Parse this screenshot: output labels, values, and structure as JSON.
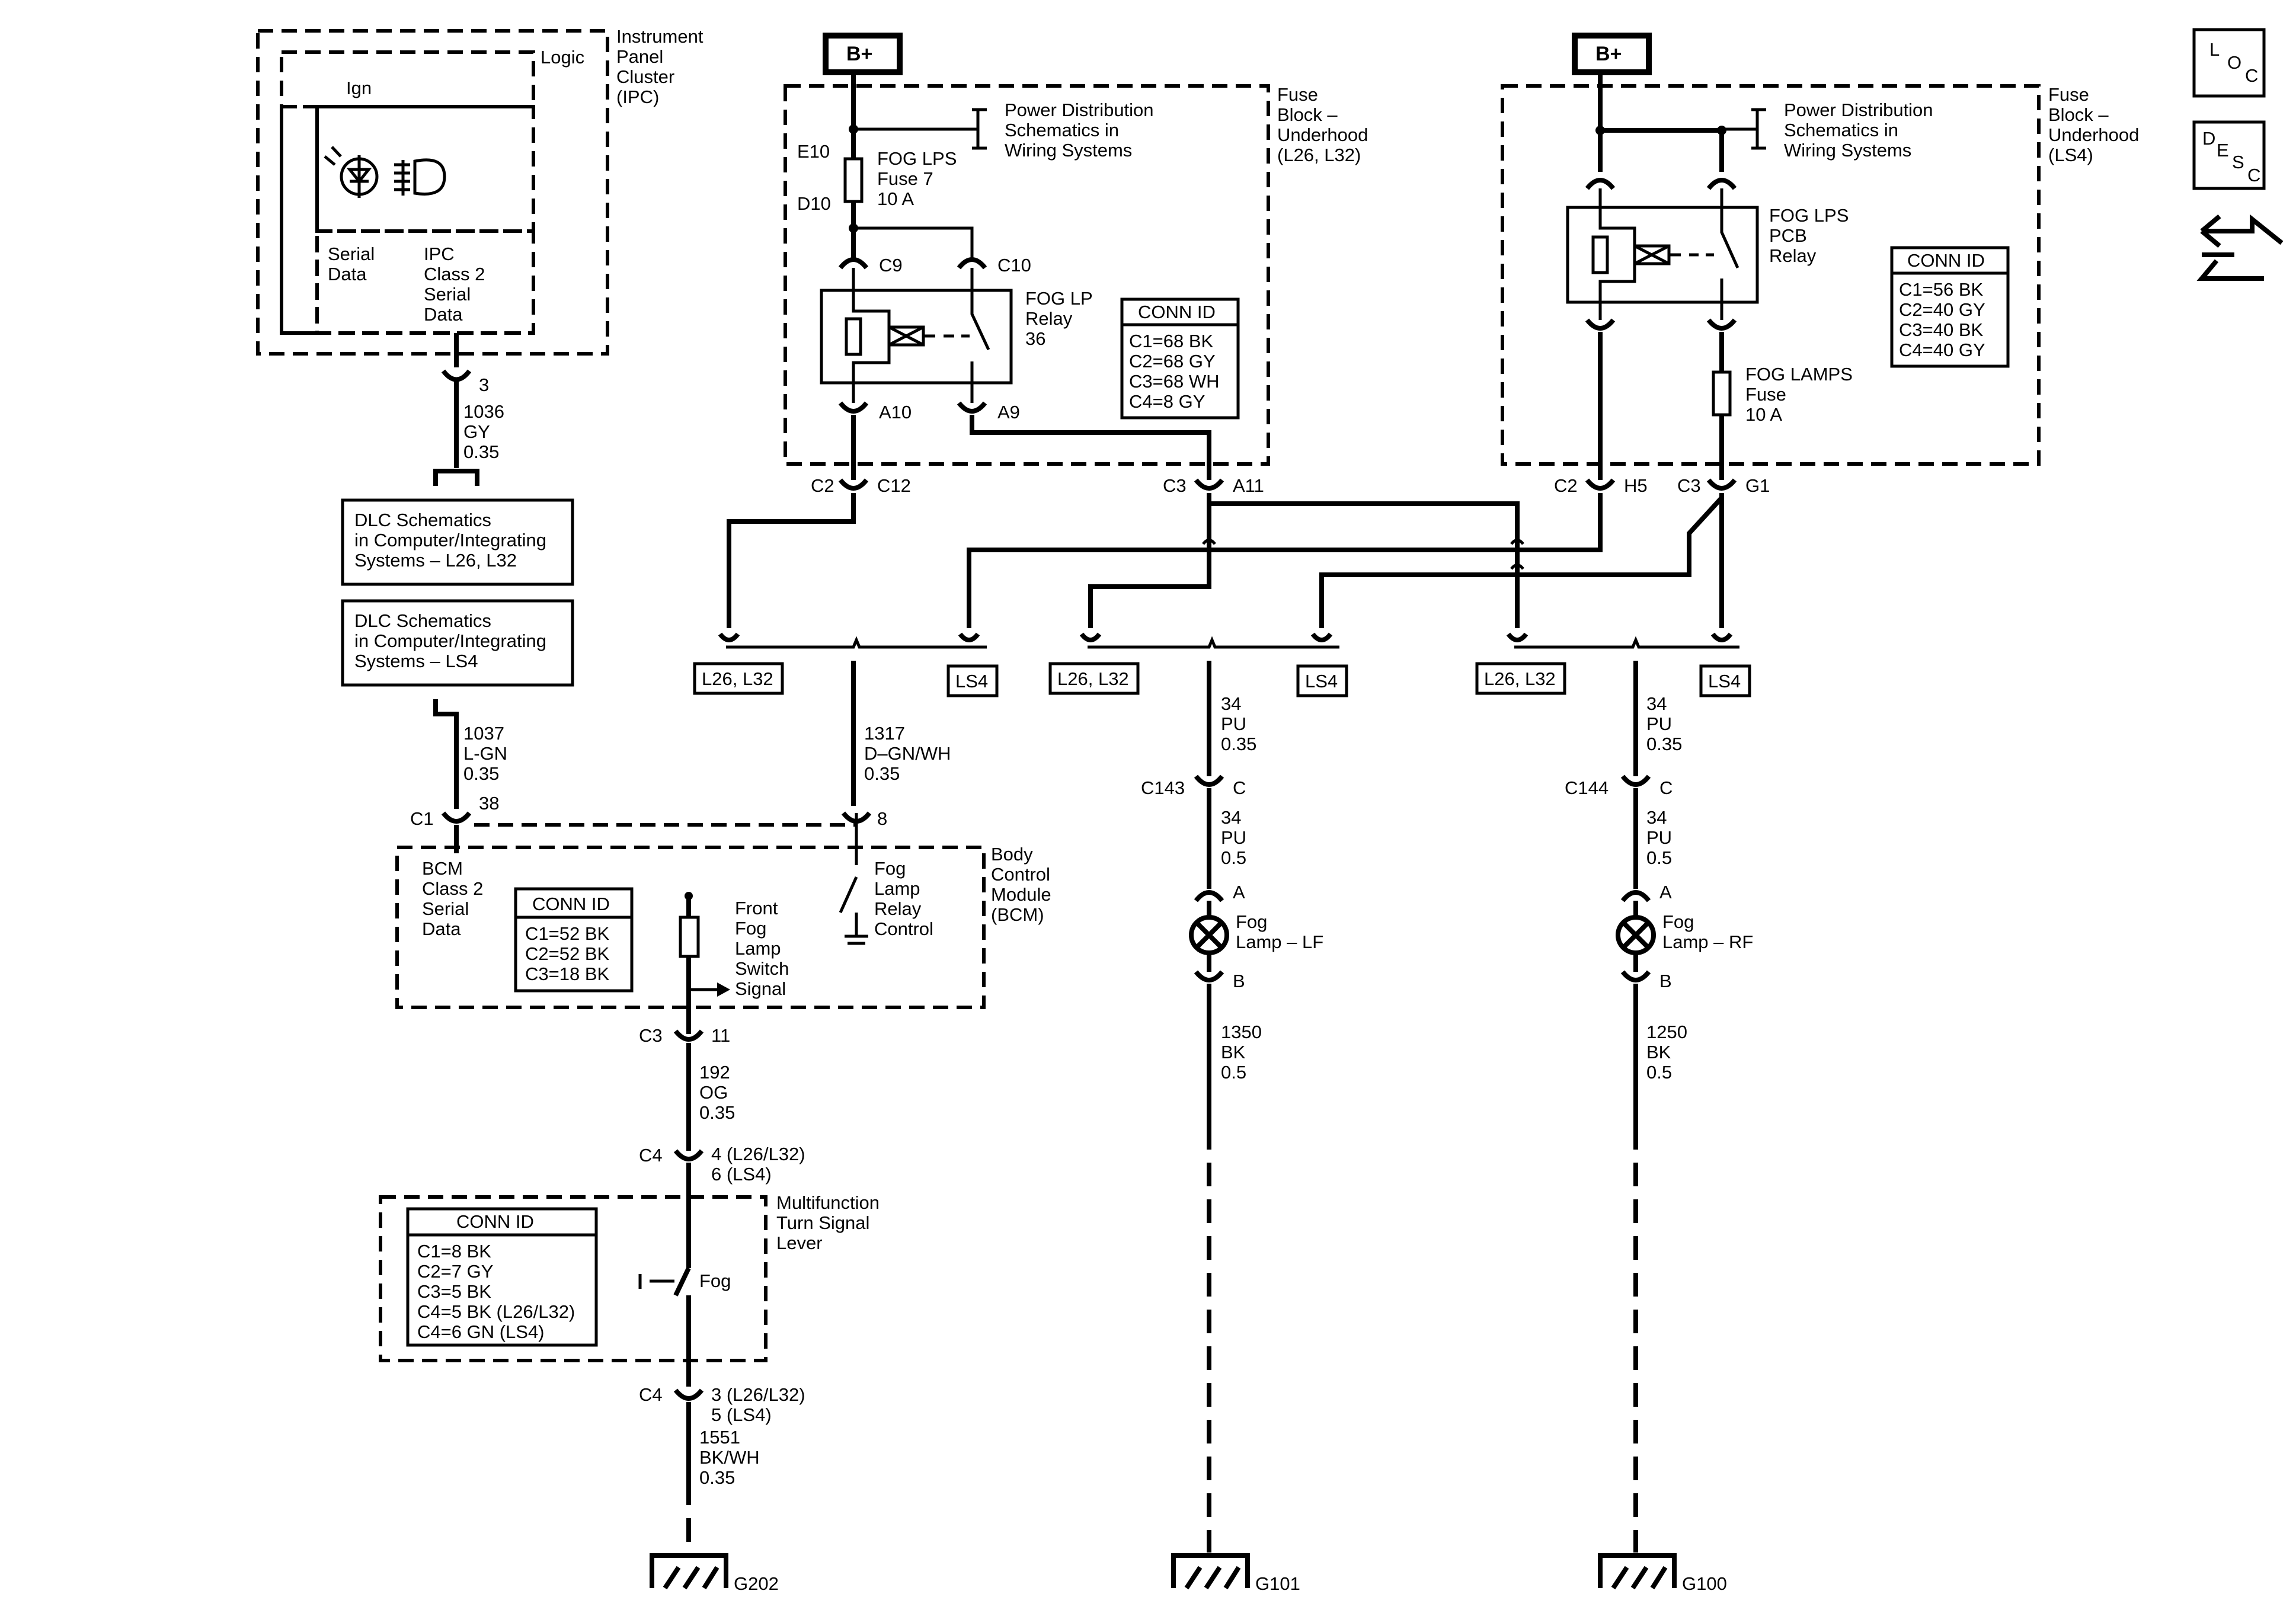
{
  "nav_icons": {
    "loc": [
      "L",
      "O",
      "C"
    ],
    "desc": [
      "D",
      "E",
      "S",
      "C"
    ],
    "swap": "swap-arrows-icon"
  },
  "ipc": {
    "title": [
      "Instrument",
      "Panel",
      "Cluster",
      "(IPC)"
    ],
    "logic": "Logic",
    "ign": "Ign",
    "serial": [
      "Serial",
      "Data"
    ],
    "class2": [
      "IPC",
      "Class 2",
      "Serial",
      "Data"
    ],
    "pin": "3"
  },
  "wire_1036": [
    "1036",
    "GY",
    "0.35"
  ],
  "dlc1": [
    "DLC Schematics",
    "in Computer/Integrating",
    "Systems – L26, L32"
  ],
  "dlc2": [
    "DLC Schematics",
    "in Computer/Integrating",
    "Systems – LS4"
  ],
  "wire_1037": [
    "1037",
    "L-GN",
    "0.35"
  ],
  "bcm": {
    "c1": "C1",
    "pin38": "38",
    "pin8": "8",
    "title": [
      "Body",
      "Control",
      "Module",
      "(BCM)"
    ],
    "class2": [
      "BCM",
      "Class 2",
      "Serial",
      "Data"
    ],
    "conn_title": "CONN ID",
    "conn": [
      "C1=52 BK",
      "C2=52 BK",
      "C3=18 BK"
    ],
    "switch": [
      "Front",
      "Fog",
      "Lamp",
      "Switch",
      "Signal"
    ],
    "relay_ctrl": [
      "Fog",
      "Lamp",
      "Relay",
      "Control"
    ],
    "c3": "C3",
    "pin11": "11"
  },
  "wire_192": [
    "192",
    "OG",
    "0.35"
  ],
  "c4_top": {
    "conn": "C4",
    "pins": [
      "4 (L26/L32)",
      "6 (LS4)"
    ]
  },
  "mfl": {
    "title": [
      "Multifunction",
      "Turn Signal",
      "Lever"
    ],
    "conn_title": "CONN ID",
    "conn": [
      "C1=8 BK",
      "C2=7 GY",
      "C3=5 BK",
      "C4=5 BK (L26/L32)",
      "C4=6 GN (LS4)"
    ],
    "fog": "Fog"
  },
  "c4_bot": {
    "conn": "C4",
    "pins": [
      "3 (L26/L32)",
      "5 (LS4)"
    ]
  },
  "wire_1551": [
    "1551",
    "BK/WH",
    "0.35"
  ],
  "grounds": [
    "G202",
    "G101",
    "G100"
  ],
  "fb1": {
    "bplus": "B+",
    "title": [
      "Fuse",
      "Block –",
      "Underhood",
      "(L26, L32)"
    ],
    "pds": [
      "Power Distribution",
      "Schematics in",
      "Wiring Systems"
    ],
    "e10": "E10",
    "d10": "D10",
    "fuse": [
      "FOG LPS",
      "Fuse 7",
      "10 A"
    ],
    "c9": "C9",
    "c10": "C10",
    "relay": [
      "FOG LP",
      "Relay",
      "36"
    ],
    "a10": "A10",
    "a9": "A9",
    "conn_title": "CONN ID",
    "conn": [
      "C1=68 BK",
      "C2=68 GY",
      "C3=68 WH",
      "C4=8 GY"
    ],
    "c2": "C2",
    "c12": "C12",
    "c3": "C3",
    "a11": "A11"
  },
  "fb2": {
    "bplus": "B+",
    "title": [
      "Fuse",
      "Block –",
      "Underhood",
      "(LS4)"
    ],
    "pds": [
      "Power Distribution",
      "Schematics in",
      "Wiring Systems"
    ],
    "relay": [
      "FOG LPS",
      "PCB",
      "Relay"
    ],
    "fuse": [
      "FOG LAMPS",
      "Fuse",
      "10 A"
    ],
    "conn_title": "CONN ID",
    "conn": [
      "C1=56 BK",
      "C2=40 GY",
      "C3=40 BK",
      "C4=40 GY"
    ],
    "c2": "C2",
    "h5": "H5",
    "c3": "C3",
    "g1": "G1"
  },
  "options": {
    "a": "L26, L32",
    "b": "LS4"
  },
  "wire_1317": [
    "1317",
    "D–GN/WH",
    "0.35"
  ],
  "lf": {
    "w_top": [
      "34",
      "PU",
      "0.35"
    ],
    "conn": "C143",
    "pin_c": "C",
    "w_mid": [
      "34",
      "PU",
      "0.5"
    ],
    "pin_a": "A",
    "lamp": [
      "Fog",
      "Lamp – LF"
    ],
    "pin_b": "B",
    "w_bot": [
      "1350",
      "BK",
      "0.5"
    ]
  },
  "rf": {
    "w_top": [
      "34",
      "PU",
      "0.35"
    ],
    "conn": "C144",
    "pin_c": "C",
    "w_mid": [
      "34",
      "PU",
      "0.5"
    ],
    "pin_a": "A",
    "lamp": [
      "Fog",
      "Lamp – RF"
    ],
    "pin_b": "B",
    "w_bot": [
      "1250",
      "BK",
      "0.5"
    ]
  }
}
